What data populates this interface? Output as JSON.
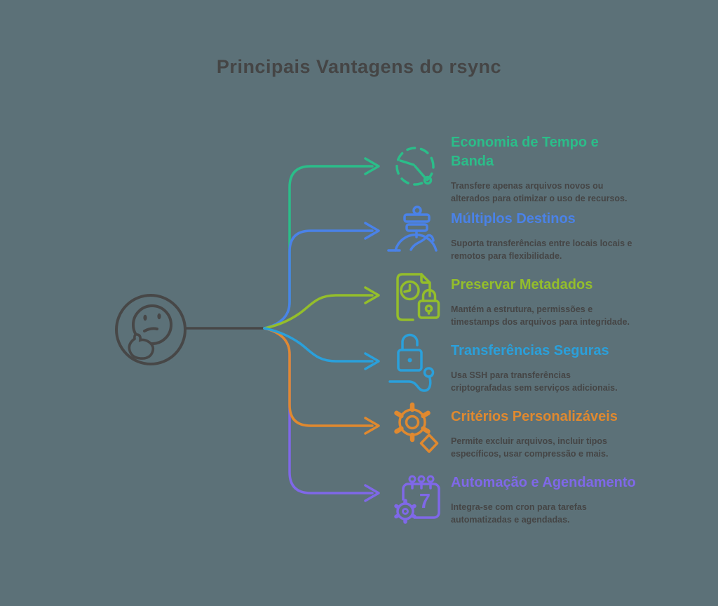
{
  "title": "Principais Vantagens do rsync",
  "colors": {
    "background": "#5C7178",
    "title_text": "#454545",
    "body_text": "#454545",
    "connector": "#474747",
    "green": "#2BBD89",
    "blue": "#4A82E8",
    "lime": "#94BE2B",
    "cyan": "#2AA0DB",
    "orange": "#E0892F",
    "purple": "#7F68E8"
  },
  "center": {
    "icon": "thinking-face-icon"
  },
  "rows": [
    {
      "icon": "timer-icon",
      "color": "#2BBD89",
      "title_lines": [
        "Economia de Tempo e",
        "Banda"
      ],
      "desc_lines": [
        "Transfere apenas arquivos novos ou",
        "alterados para otimizar o uso de recursos."
      ]
    },
    {
      "icon": "signpost-icon",
      "color": "#4A82E8",
      "title_lines": [
        "Múltiplos Destinos"
      ],
      "desc_lines": [
        "Suporta transferências entre locais locais e",
        "remotos para flexibilidade."
      ]
    },
    {
      "icon": "document-metadata-icon",
      "color": "#94BE2B",
      "title_lines": [
        "Preservar Metadados"
      ],
      "desc_lines": [
        "Mantém a estrutura, permissões e",
        "timestamps dos arquivos para integridade."
      ]
    },
    {
      "icon": "padlock-cable-icon",
      "color": "#2AA0DB",
      "title_lines": [
        "Transferências Seguras"
      ],
      "desc_lines": [
        "Usa SSH para transferências",
        "criptografadas sem serviços adicionais."
      ]
    },
    {
      "icon": "gear-sparkle-icon",
      "color": "#E0892F",
      "title_lines": [
        "Critérios Personalizáveis"
      ],
      "desc_lines": [
        "Permite excluir arquivos, incluir tipos",
        "específicos, usar compressão e mais."
      ]
    },
    {
      "icon": "calendar-gear-icon",
      "color": "#7F68E8",
      "icon_digit": "7",
      "title_lines": [
        "Automação e Agendamento"
      ],
      "desc_lines": [
        "Integra-se com cron para tarefas",
        "automatizadas e agendadas."
      ]
    }
  ]
}
